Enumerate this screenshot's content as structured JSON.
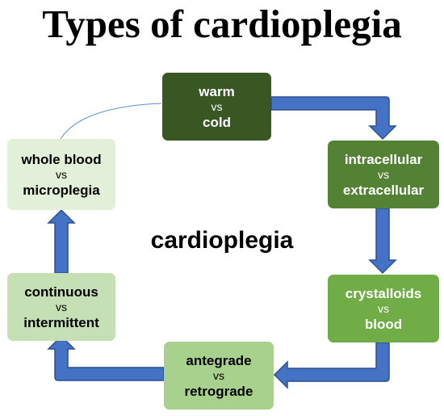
{
  "title": "Types of cardioplegia",
  "center_label": "cardioplegia",
  "colors": {
    "arrow_fill": "#4472C4",
    "arrow_stroke": "#2F4F8F",
    "connector_line": "#5B8FD4"
  },
  "nodes": {
    "warm_cold": {
      "line1": "warm",
      "line2": "vs",
      "line3": "cold",
      "fill": "#385723"
    },
    "intra_extra": {
      "line1": "intracellular",
      "line2": "vs",
      "line3": "extracellular",
      "fill": "#548235"
    },
    "crystal_blood": {
      "line1": "crystalloids",
      "line2": "vs",
      "line3": "blood",
      "fill": "#70AD47"
    },
    "ante_retro": {
      "line1": "antegrade",
      "line2": "vs",
      "line3": "retrograde",
      "fill": "#A9D18E"
    },
    "cont_inter": {
      "line1": "continuous",
      "line2": "vs",
      "line3": "intermittent",
      "fill": "#C5E0B4"
    },
    "whole_micro": {
      "line1": "whole blood",
      "line2": "vs",
      "line3": "microplegia",
      "fill": "#E2F0D9"
    }
  }
}
